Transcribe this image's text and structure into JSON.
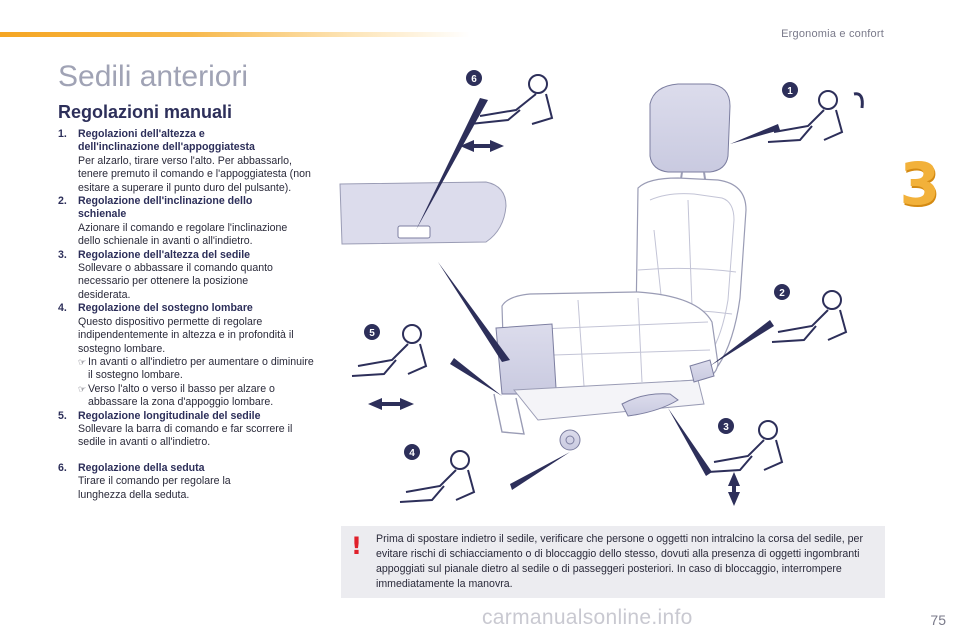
{
  "header": {
    "section": "Ergonomia e confort",
    "chapter": "3"
  },
  "title": "Sedili anteriori",
  "subtitle": "Regolazioni manuali",
  "items": [
    {
      "num": "1.",
      "title": "Regolazioni dell'altezza e dell'inclinazione dell'appoggiatesta",
      "text": "Per alzarlo, tirare verso l'alto. Per abbassarlo, tenere premuto il comando e l'appoggiatesta (non esitare a superare il punto duro del pulsante)."
    },
    {
      "num": "2.",
      "title": "Regolazione dell'inclinazione dello schienale",
      "text": "Azionare il comando e regolare l'inclinazione dello schienale in avanti o all'indietro."
    },
    {
      "num": "3.",
      "title": "Regolazione dell'altezza del sedile",
      "text": "Sollevare o abbassare il comando quanto necessario per ottenere la posizione desiderata."
    },
    {
      "num": "4.",
      "title": "Regolazione del sostegno lombare",
      "text": "Questo dispositivo permette di regolare indipendentemente in altezza e in profondità il sostegno lombare.",
      "bullets": [
        "In avanti o all'indietro per aumentare o diminuire il sostegno lombare.",
        "Verso l'alto o verso il basso per alzare o abbassare la zona d'appoggio lombare."
      ]
    },
    {
      "num": "5.",
      "title": "Regolazione longitudinale del sedile",
      "text": "Sollevare la barra di comando e far scorrere il sedile in avanti o all'indietro."
    },
    {
      "num": "6.",
      "title": "Regolazione della seduta",
      "text": "Tirare il comando per regolare la lunghezza della seduta."
    }
  ],
  "bullet_icon": "",
  "warning": {
    "icon": "exclamation-icon",
    "text": "Prima di spostare indietro il sedile, verificare che persone o oggetti non intralcino la corsa del sedile, per evitare rischi di schiacciamento o di bloccaggio dello stesso, dovuti alla presenza di oggetti ingombranti appoggiati sul pianale dietro al sedile o di passeggeri posteriori. In caso di bloccaggio, interrompere immediatamente la manovra."
  },
  "badges": [
    "1",
    "2",
    "3",
    "4",
    "5",
    "6"
  ],
  "page_number": "75",
  "watermark": "carmanualsonline.info",
  "colors": {
    "accent_orange": "#f5a623",
    "navy": "#2d2f5a",
    "seat_highlight": "#d8d9ea",
    "warning_red": "#e0202b"
  }
}
